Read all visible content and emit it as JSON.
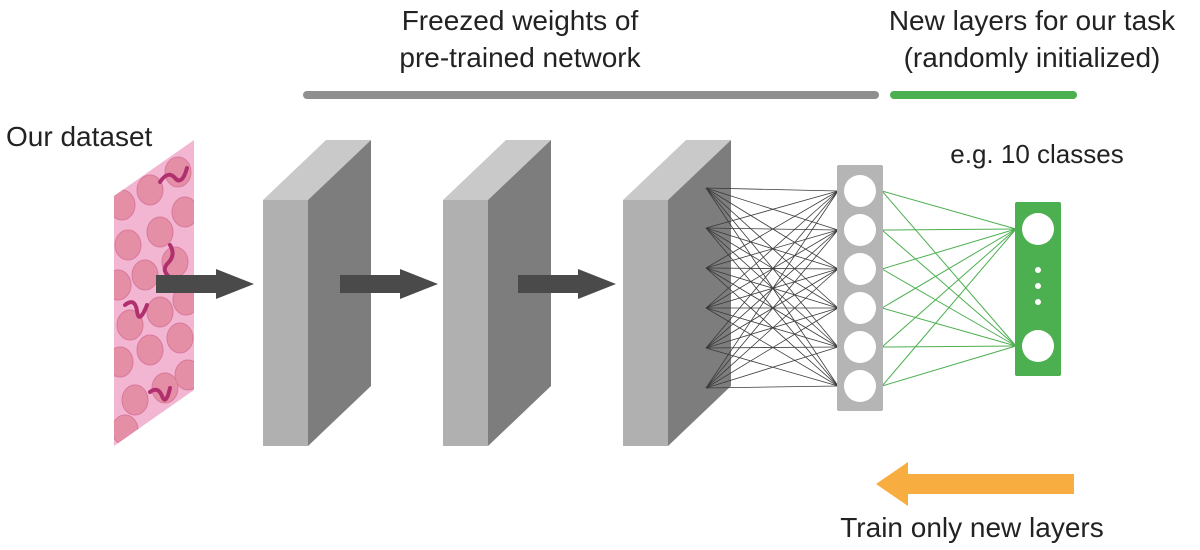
{
  "labels": {
    "frozen_line1": "Freezed weights of",
    "frozen_line2": "pre-trained network",
    "new_line1": "New layers for our task",
    "new_line2": "(randomly initialized)",
    "dataset": "Our dataset",
    "classes": "e.g. 10 classes",
    "train": "Train only new layers"
  },
  "colors": {
    "frozen_bar": "#8f8f8f",
    "new_bar": "#4caf50",
    "train_arrow": "#f7ad3f",
    "block_front": "#b0b0b0",
    "block_top": "#c9c9c9",
    "block_side": "#7d7d7d",
    "flow_arrow": "#4a4a4a",
    "grey_layer": "#b5b5b5",
    "green_layer": "#4caf50",
    "image_bg": "#f2b6d3"
  },
  "network": {
    "grey_layer_nodes": 6,
    "frozen_blocks": 3,
    "output_nodes_drawn": 2,
    "output_ellipsis": "⋮"
  }
}
